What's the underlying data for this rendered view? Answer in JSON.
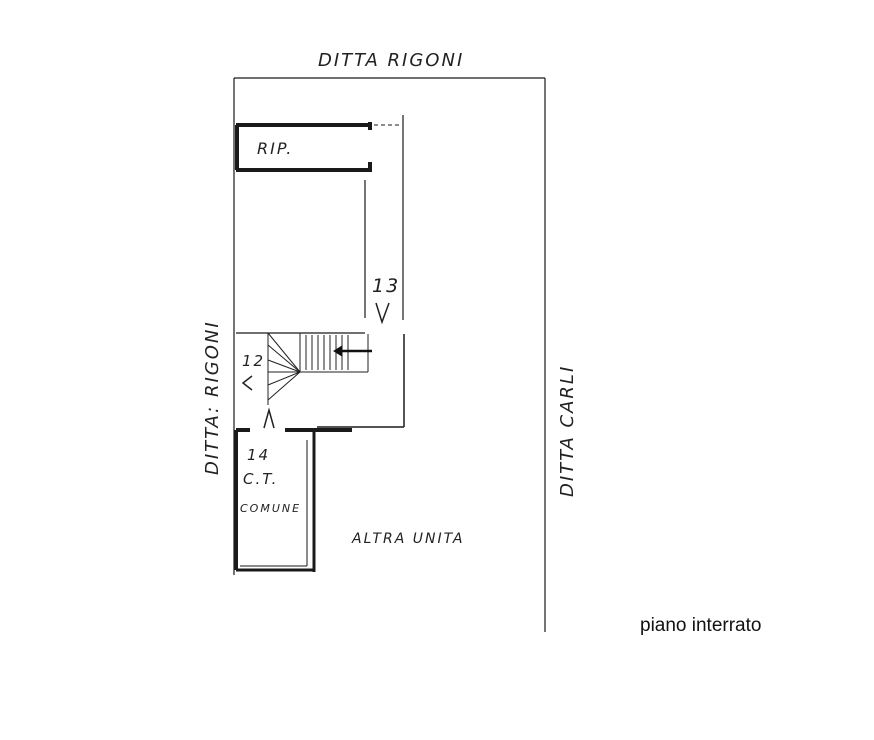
{
  "labels": {
    "top_neighbor": "DITTA RIGONI",
    "left_neighbor": "DITTA: RIGONI",
    "right_neighbor": "DITTA CARLI",
    "storage_room": "RIP.",
    "other_unit": "ALTRA UNITA",
    "heating_room_line1": "C.T.",
    "heating_room_line2": "COMUNE",
    "stair_step_top": "13",
    "stair_step_mid": "12",
    "room_number": "14",
    "floor_caption": "piano interrato"
  }
}
